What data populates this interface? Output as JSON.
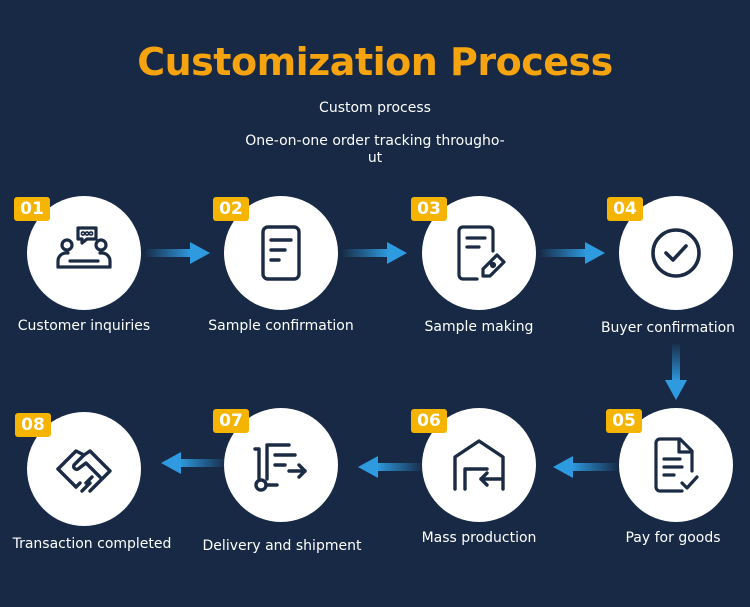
{
  "header": {
    "title": "Customization Process",
    "subtitle": "Custom process",
    "tagline": "One-on-one order tracking througho-ut"
  },
  "colors": {
    "background": "#172944",
    "title": "#f5a30f",
    "badge": "#f5b400",
    "arrow": "#2e9be0",
    "icon": "#1b2b44"
  },
  "steps": [
    {
      "number": "01",
      "label": "Customer inquiries",
      "icon": "meeting-icon"
    },
    {
      "number": "02",
      "label": "Sample confirmation",
      "icon": "document-icon"
    },
    {
      "number": "03",
      "label": "Sample making",
      "icon": "edit-document-icon"
    },
    {
      "number": "04",
      "label": "Buyer confirmation",
      "icon": "check-circle-icon"
    },
    {
      "number": "05",
      "label": "Pay for goods",
      "icon": "invoice-check-icon"
    },
    {
      "number": "06",
      "label": "Mass production",
      "icon": "warehouse-icon"
    },
    {
      "number": "07",
      "label": "Delivery and shipment",
      "icon": "delivery-cart-icon"
    },
    {
      "number": "08",
      "label": "Transaction completed",
      "icon": "handshake-icon"
    }
  ]
}
